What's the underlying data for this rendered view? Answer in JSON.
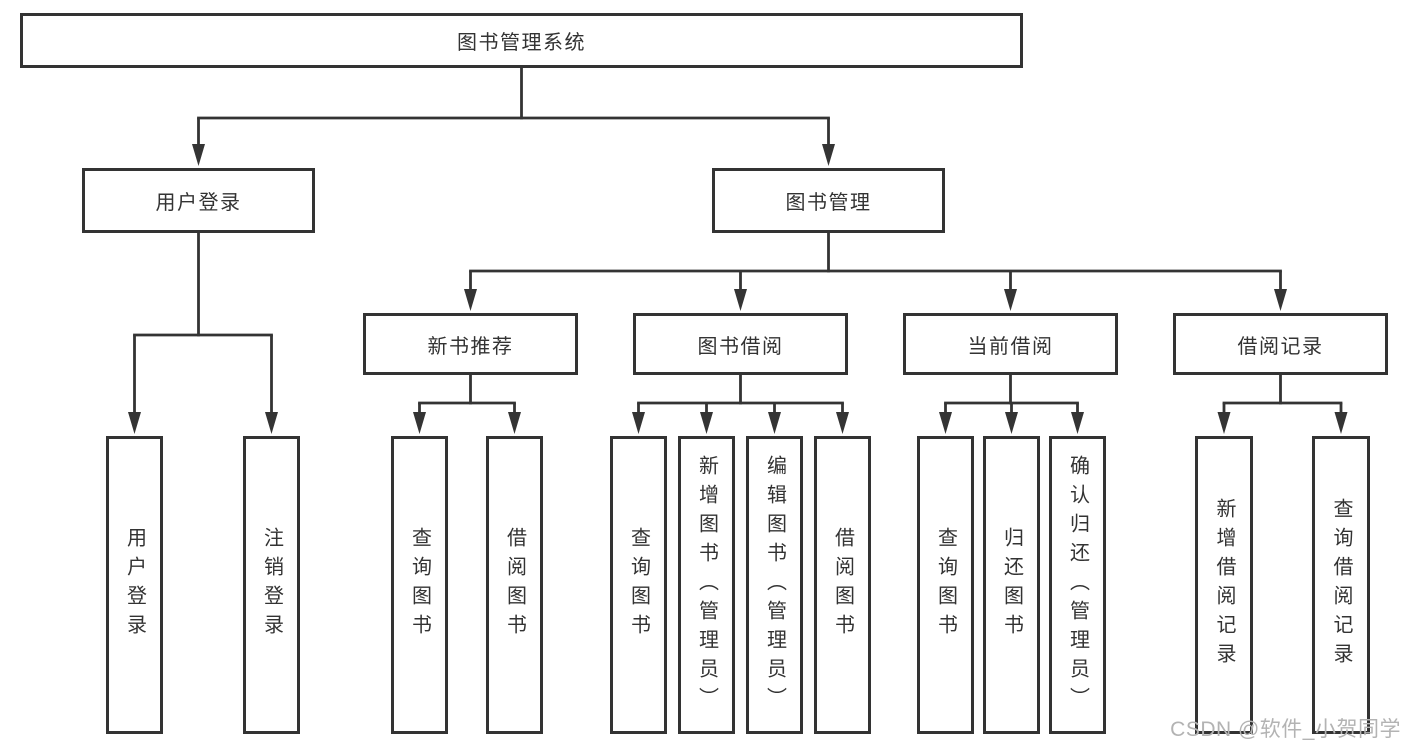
{
  "colors": {
    "line": "#343434",
    "box_border": "#333333",
    "text": "#333333",
    "watermark": "#b3b3b3",
    "background": "#ffffff"
  },
  "tree": {
    "root": {
      "label": "图书管理系统",
      "children": [
        {
          "label": "用户登录",
          "children": [
            {
              "label": "用户登录"
            },
            {
              "label": "注销登录"
            }
          ]
        },
        {
          "label": "图书管理",
          "children": [
            {
              "label": "新书推荐",
              "children": [
                {
                  "label": "查询图书"
                },
                {
                  "label": "借阅图书"
                }
              ]
            },
            {
              "label": "图书借阅",
              "children": [
                {
                  "label": "查询图书"
                },
                {
                  "label": "新增图书（管理员）"
                },
                {
                  "label": "编辑图书（管理员）"
                },
                {
                  "label": "借阅图书"
                }
              ]
            },
            {
              "label": "当前借阅",
              "children": [
                {
                  "label": "查询图书"
                },
                {
                  "label": "归还图书"
                },
                {
                  "label": "确认归还（管理员）"
                }
              ]
            },
            {
              "label": "借阅记录",
              "children": [
                {
                  "label": "新增借阅记录"
                },
                {
                  "label": "查询借阅记录"
                }
              ]
            }
          ]
        }
      ]
    }
  },
  "watermark": {
    "text": "CSDN @软件_小贺同学"
  }
}
